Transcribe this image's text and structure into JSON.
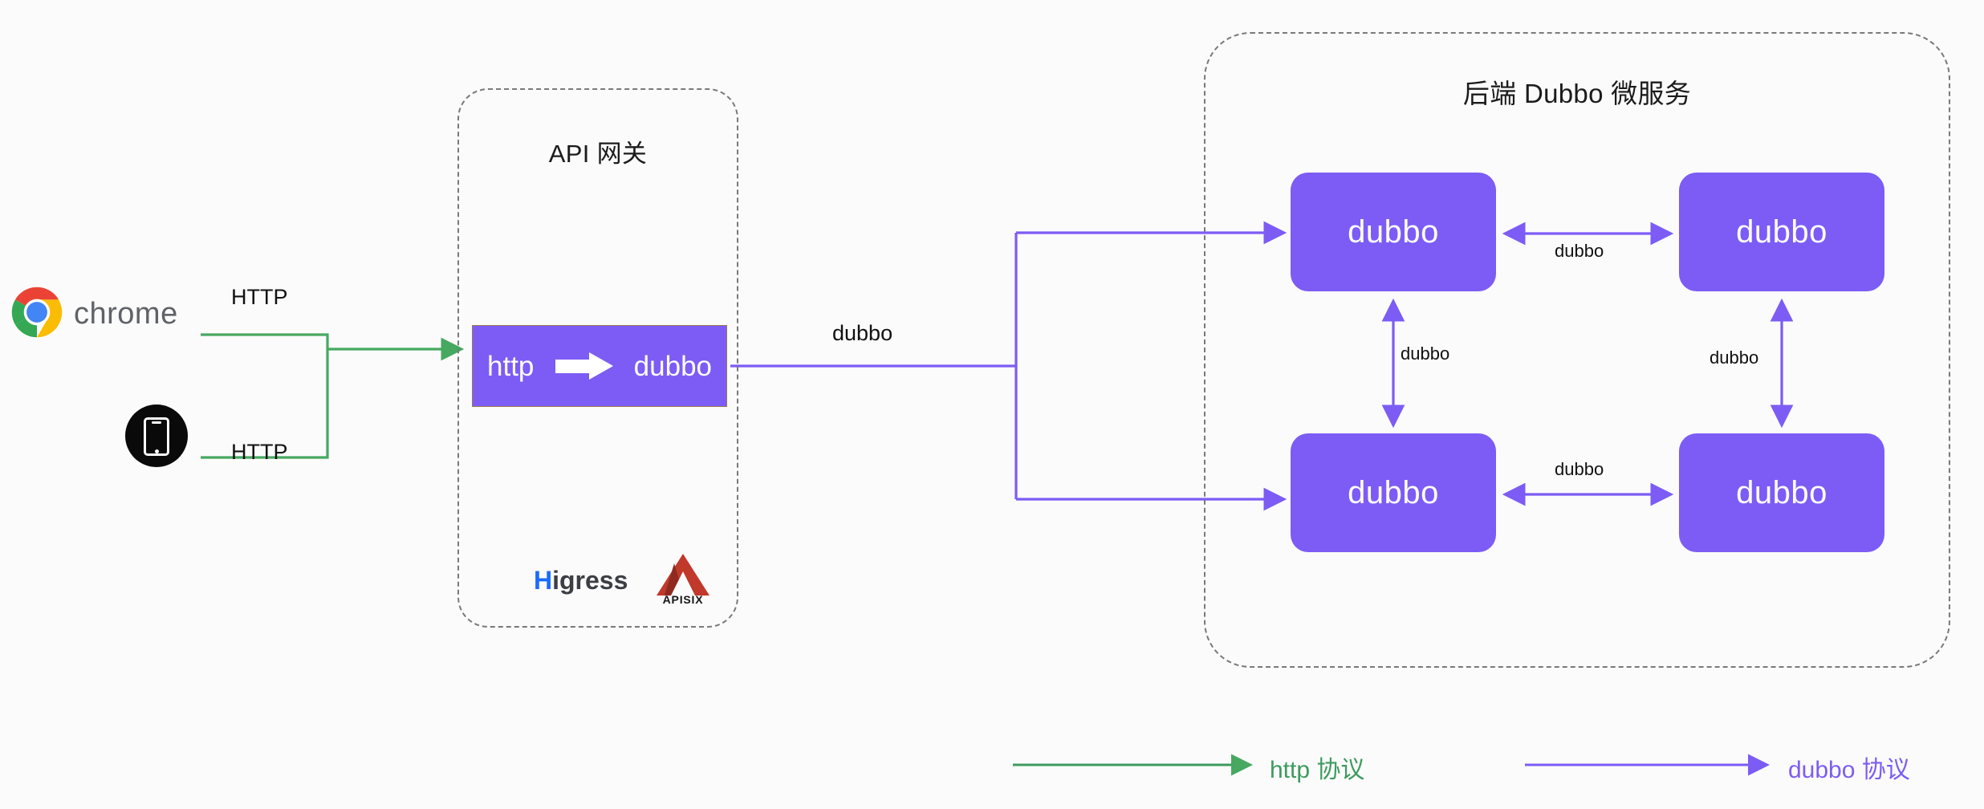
{
  "diagram": {
    "title_gateway": "API 网关",
    "title_backend": "后端 Dubbo 微服务",
    "clients": {
      "chrome_label": "chrome",
      "chrome_icon": "chrome-logo-icon",
      "mobile_icon": "mobile-phone-icon"
    },
    "gateway": {
      "convert_from": "http",
      "convert_to": "dubbo",
      "arrow_icon": "right-block-arrow-icon",
      "logos": {
        "higress_mark": "H",
        "higress_text": "igress",
        "apisix_text": "APISIX",
        "apisix_icon": "apisix-chevron-icon"
      }
    },
    "nodes": [
      {
        "id": "node-tl",
        "label": "dubbo"
      },
      {
        "id": "node-tr",
        "label": "dubbo"
      },
      {
        "id": "node-bl",
        "label": "dubbo"
      },
      {
        "id": "node-br",
        "label": "dubbo"
      }
    ],
    "edge_labels": {
      "http_top": "HTTP",
      "http_bottom": "HTTP",
      "dubbo_gateway_to_backend": "dubbo",
      "dubbo_top_horizontal": "dubbo",
      "dubbo_bottom_horizontal": "dubbo",
      "dubbo_left_vertical": "dubbo",
      "dubbo_right_vertical": "dubbo"
    },
    "legend": [
      {
        "label": "http 协议",
        "color": "#3d9b5f"
      },
      {
        "label": "dubbo 协议",
        "color": "#7c5cf5"
      }
    ],
    "colors": {
      "http_green": "#47a860",
      "dubbo_purple": "#7c5cf5",
      "node_fill": "#7c5cf5",
      "dashed_border": "#7a7a7a",
      "background": "#fbfbfb",
      "chrome_text": "#5f6368"
    }
  }
}
